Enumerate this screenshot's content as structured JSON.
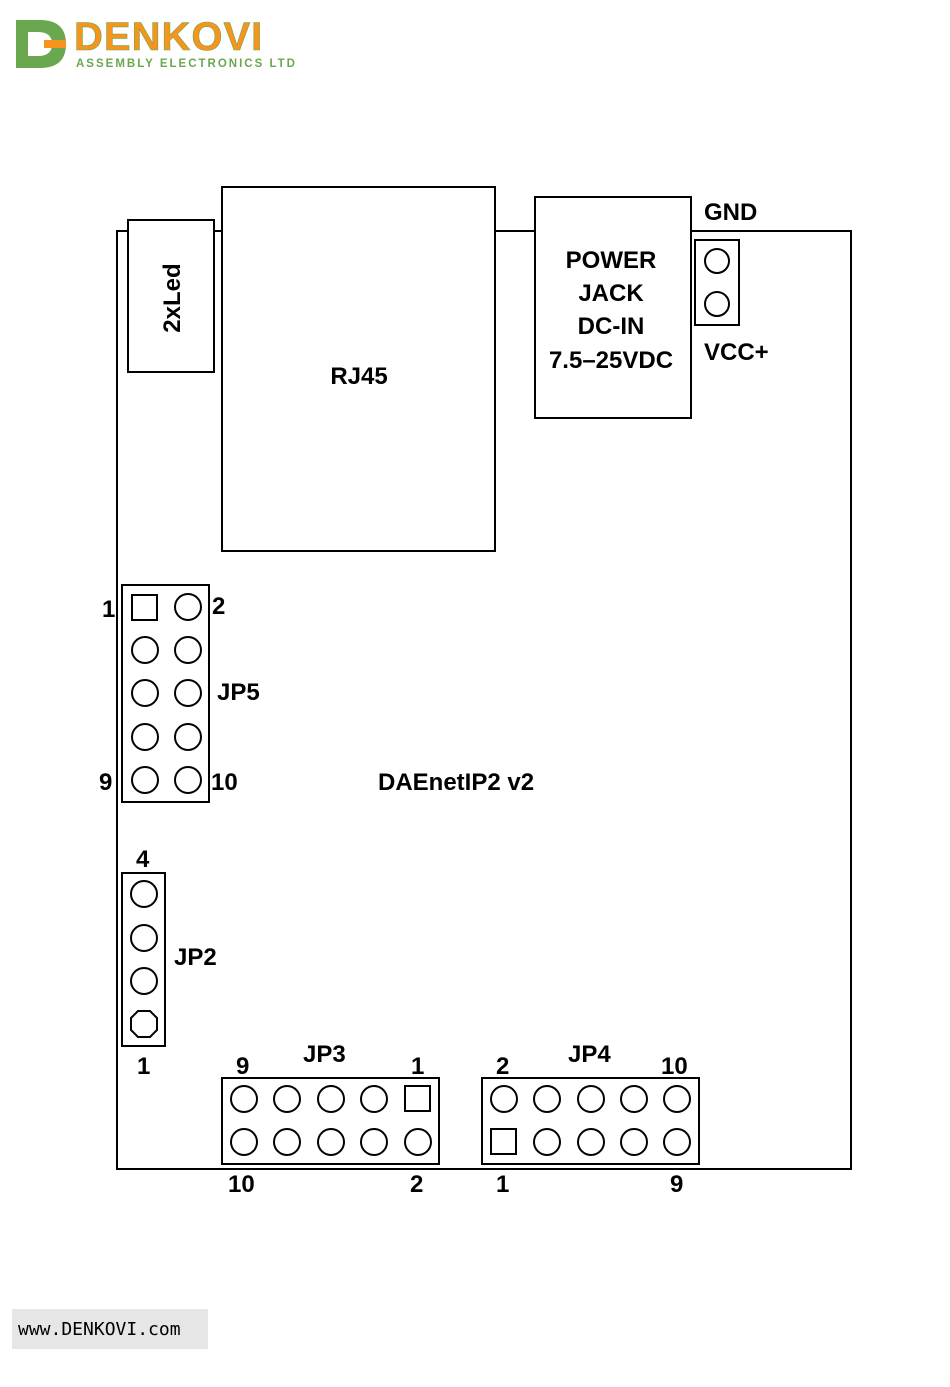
{
  "brand": {
    "name": "DENKOVI",
    "tagline": "ASSEMBLY ELECTRONICS LTD",
    "logo_letter": "D",
    "orange": "#f7941d",
    "green": "#6aa84f"
  },
  "board": {
    "name": "DAEnetIP2 v2",
    "led_label": "2xLed",
    "rj45_label": "RJ45",
    "power_jack": [
      "POWER",
      "JACK",
      "DC-IN",
      "7.5–25VDC"
    ],
    "gnd_label": "GND",
    "vcc_label": "VCC+"
  },
  "jp5": {
    "name": "JP5",
    "pin_first": "1",
    "pin_second": "2",
    "pin_ninth": "9",
    "pin_tenth": "10"
  },
  "jp2": {
    "name": "JP2",
    "pin_top": "4",
    "pin_bottom": "1"
  },
  "jp3": {
    "name": "JP3",
    "top_left": "9",
    "top_right": "1",
    "bottom_left": "10",
    "bottom_right": "2"
  },
  "jp4": {
    "name": "JP4",
    "top_left": "2",
    "top_right": "10",
    "bottom_left": "1",
    "bottom_right": "9"
  },
  "footer": {
    "url": "www.DENKOVI.com"
  }
}
